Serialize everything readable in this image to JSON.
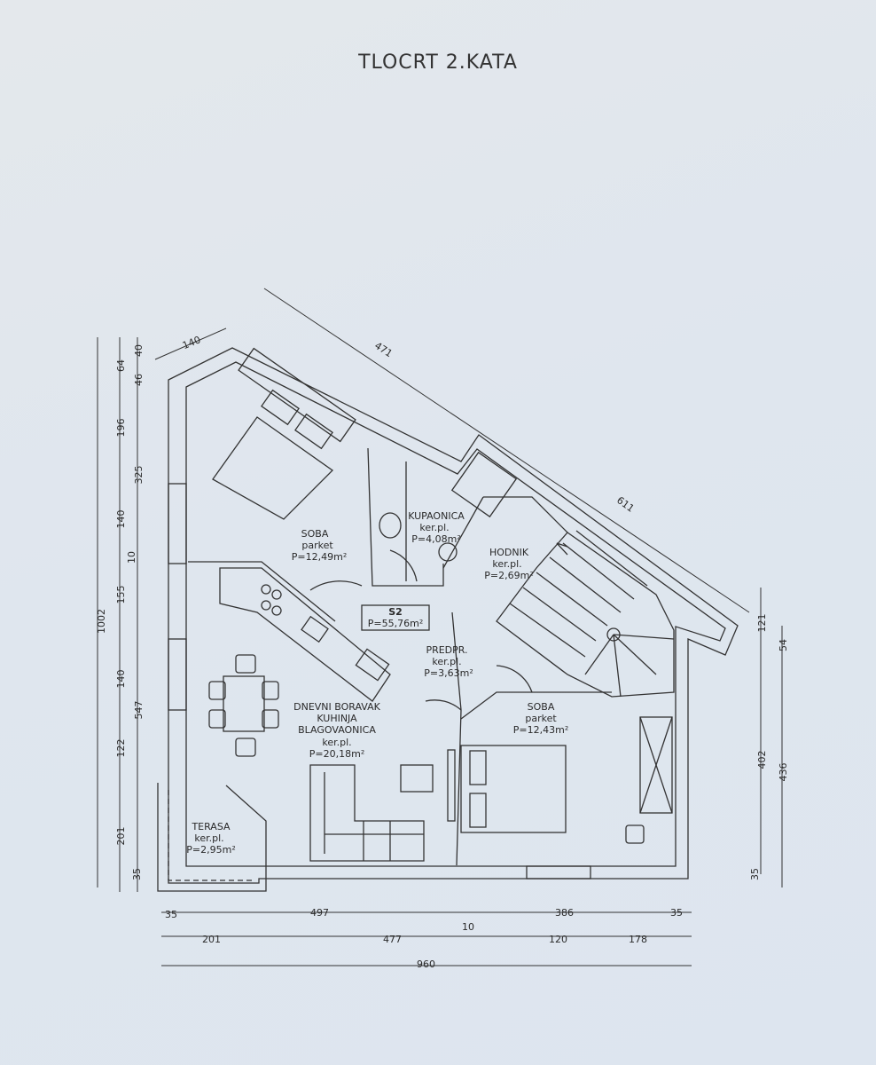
{
  "title": "TLOCRT 2.KATA",
  "rooms": {
    "soba_top": {
      "name": "SOBA",
      "floor": "parket",
      "area": "P=12,49m²"
    },
    "kupaonica": {
      "name": "KUPAONICA",
      "floor": "ker.pl.",
      "area": "P=4,08m²"
    },
    "hodnik": {
      "name": "HODNIK",
      "floor": "ker.pl.",
      "area": "P=2,69m²"
    },
    "s2": {
      "name": "S2",
      "area": "P=55,76m²"
    },
    "predpr": {
      "name": "PREDPR.",
      "floor": "ker.pl.",
      "area": "P=3,63m²"
    },
    "dnevni": {
      "line1": "DNEVNI BORAVAK",
      "line2": "KUHINJA",
      "line3": "BLAGOVAONICA",
      "floor": "ker.pl.",
      "area": "P=20,18m²"
    },
    "soba_bottom": {
      "name": "SOBA",
      "floor": "parket",
      "area": "P=12,43m²"
    },
    "terasa": {
      "name": "TERASA",
      "floor": "ker.pl.",
      "area": "P=2,95m²"
    }
  },
  "dimensions": {
    "top": [
      "140",
      "471",
      "611"
    ],
    "left_outer": "1002",
    "left_mid": [
      "325",
      "547"
    ],
    "left_inner": [
      "64",
      "40",
      "46",
      "196",
      "140",
      "10",
      "155",
      "140",
      "122",
      "201",
      "35"
    ],
    "right": [
      "121",
      "54",
      "402",
      "436",
      "35"
    ],
    "bottom_row1": [
      "35",
      "497",
      "10",
      "386",
      "35"
    ],
    "bottom_row2": [
      "201",
      "477",
      "120",
      "178"
    ],
    "bottom_total": "960"
  }
}
